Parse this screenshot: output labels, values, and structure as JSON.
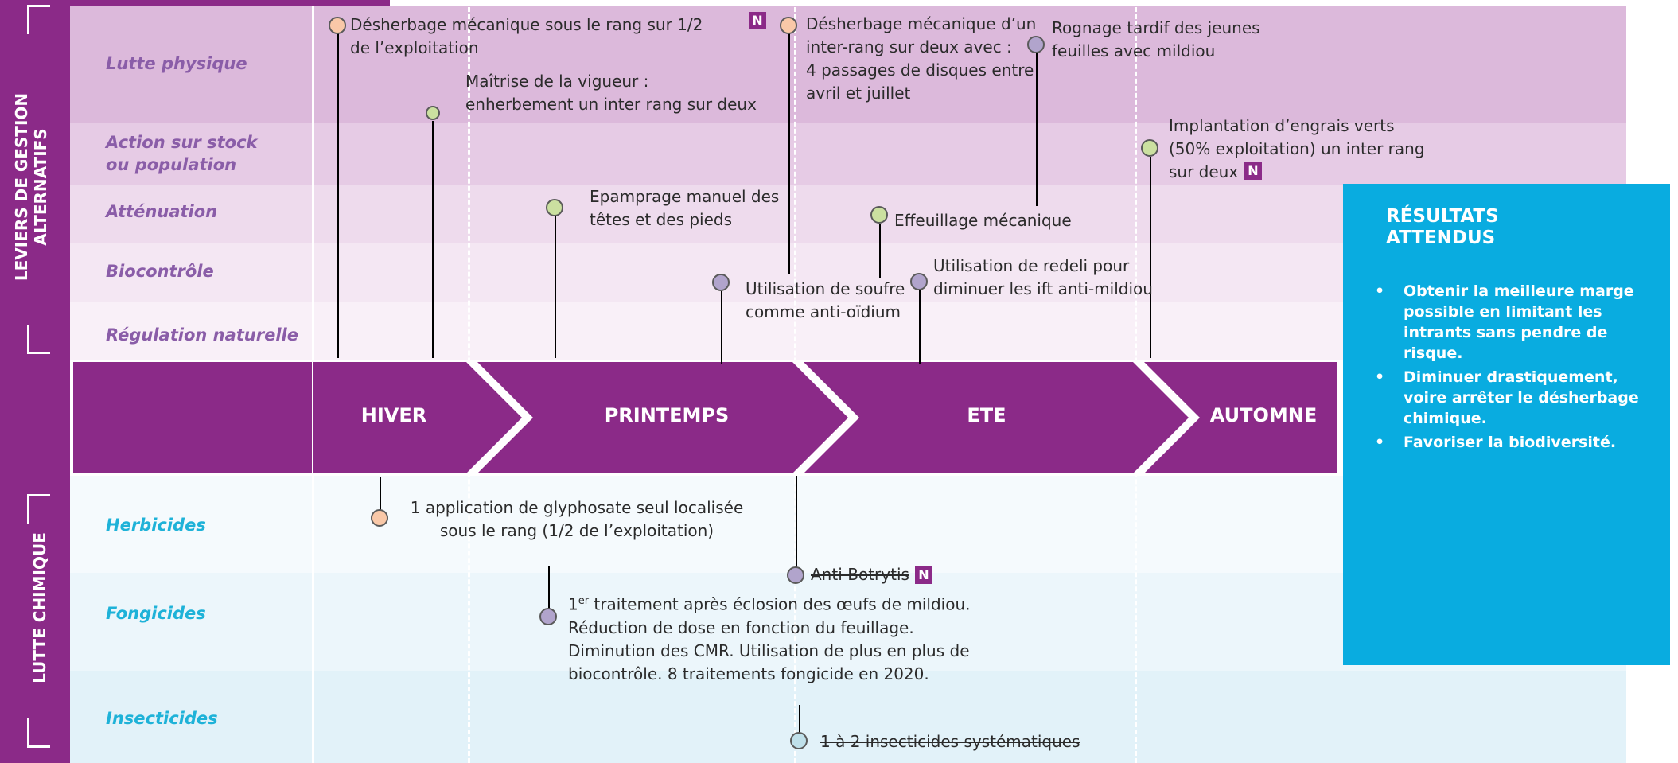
{
  "sidebar": {
    "top_label": "LEVIERS DE GESTION ALTERNATIFS",
    "bottom_label": "LUTTE CHIMIQUE"
  },
  "rows": {
    "lutte_physique": "Lutte physique",
    "action_stock": "Action sur stock ou population",
    "attenuation": "Atténuation",
    "biocontrole": "Biocontrôle",
    "regulation": "Régulation naturelle",
    "herbicides": "Herbicides",
    "fongicides": "Fongicides",
    "insecticides": "Insecticides"
  },
  "seasons": {
    "hiver": "HIVER",
    "printemps": "PRINTEMPS",
    "ete": "ETE",
    "automne": "AUTOMNE"
  },
  "annotations": {
    "desherbage_rang_1": "Désherbage mécanique sous le rang sur 1/2",
    "desherbage_rang_2": "de l’exploitation",
    "vigueur_1": "Maîtrise de la vigueur :",
    "vigueur_2": "enherbement un inter rang sur deux",
    "desherbage_inter_1": "Désherbage mécanique d’un",
    "desherbage_inter_2": "inter-rang sur deux avec :",
    "desherbage_inter_3": "4 passages de disques entre",
    "desherbage_inter_4": "avril et juillet",
    "rognage_1": "Rognage tardif des jeunes",
    "rognage_2": "feuilles avec mildiou",
    "engrais_1": "Implantation d’engrais verts",
    "engrais_2": "(50% exploitation) un inter rang",
    "engrais_3": "sur deux",
    "epamprage_1": "Epamprage manuel des",
    "epamprage_2": "têtes et des pieds",
    "effeuillage": "Effeuillage mécanique",
    "soufre_1": "Utilisation de soufre",
    "soufre_2": "comme anti-oïdium",
    "redeli_1": "Utilisation de redeli pour",
    "redeli_2": "diminuer les ift anti-mildiou",
    "glypho_1": "1 application de glyphosate seul localisée",
    "glypho_2": "sous le rang (1/2 de l’exploitation)",
    "botrytis": "Anti-Botrytis",
    "fongi_1_num": "1",
    "fongi_1_sup": "er",
    "fongi_1_rest": " traitement après éclosion des œufs de mildiou.",
    "fongi_2": "Réduction de dose en fonction du feuillage.",
    "fongi_3": "Diminution des CMR. Utilisation de plus en plus de",
    "fongi_4": "biocontrôle. 8 traitements fongicide en 2020.",
    "insect": "1 à 2 insecticides systématiques"
  },
  "badge": {
    "new": "N"
  },
  "results": {
    "title": "RÉSULTATS ATTENDUS",
    "bullet": "•",
    "items": [
      "Obtenir la meilleure marge possible en limitant les intrants sans pendre de risque.",
      "Diminuer drastiquement, voire arrêter le désherbage chimique.",
      "Favoriser la biodiversité."
    ]
  },
  "colors": {
    "brand_purple": "#8b2a88",
    "cyan": "#09ace0",
    "dot_orange": "#f9c8a8",
    "dot_green": "#cbe0a0",
    "dot_purple": "#b1a4cc",
    "dot_blue": "#bfe0ea"
  }
}
